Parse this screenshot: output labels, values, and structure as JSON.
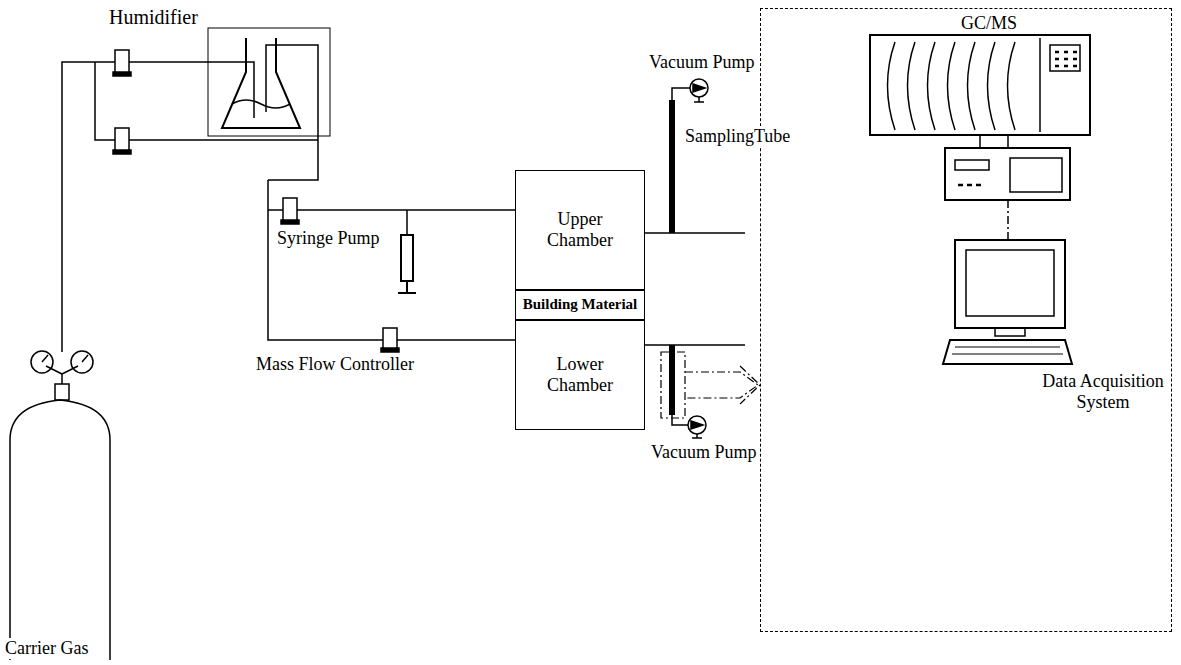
{
  "diagram": {
    "nodes": [
      {
        "text": [
          "Upper Chamber"
        ]
      },
      {
        "text": [
          "Building Material"
        ]
      },
      {
        "text": [
          "Lower Chamber"
        ]
      },
      {
        "text": [
          "GC/MS",
          "Data Acquisition System"
        ]
      }
    ],
    "labels": [
      "Humidifier",
      "Vacuum Pump",
      "SamplingTube",
      "Syringe Pump",
      "Mass Flow Controller",
      "Vacuum Pump",
      "Carrier Gas"
    ]
  }
}
